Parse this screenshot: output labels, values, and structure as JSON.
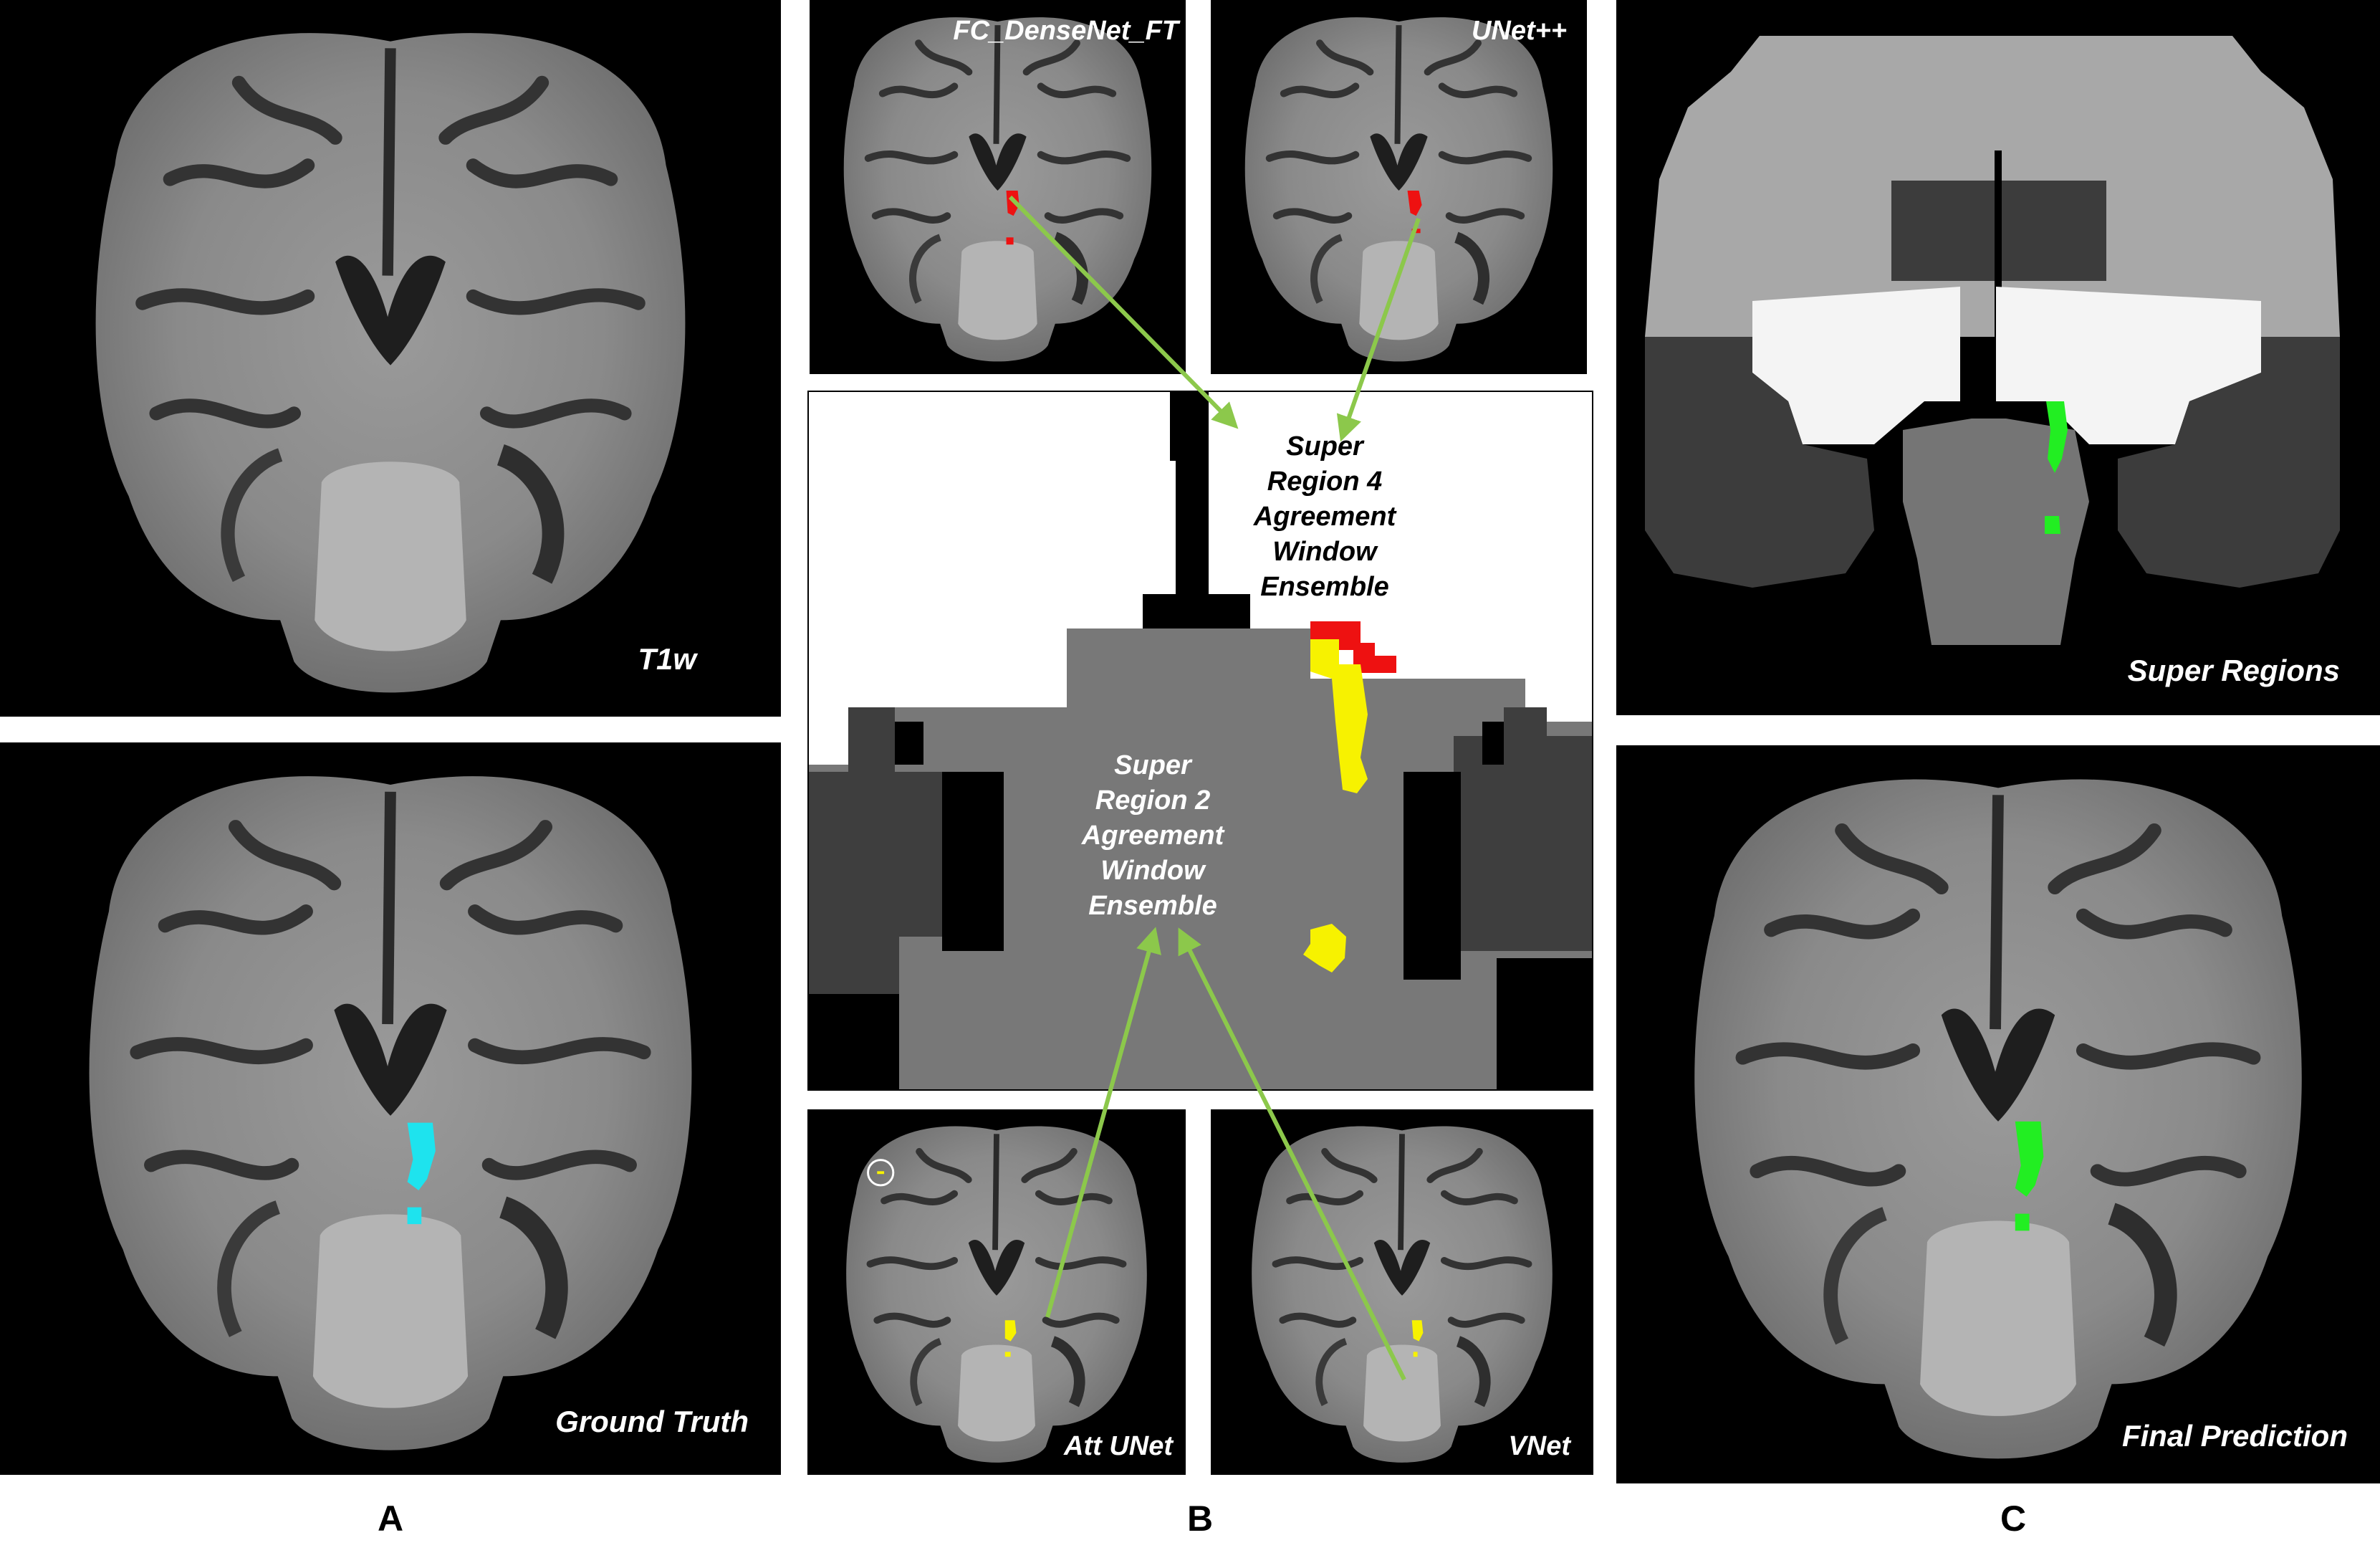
{
  "panels": {
    "t1w": {
      "label": "T1w"
    },
    "ground_truth": {
      "label": "Ground Truth"
    },
    "fc_densenet": {
      "label": "FC_DenseNet_FT"
    },
    "unetpp": {
      "label": "UNet++"
    },
    "att_unet": {
      "label": "Att UNet"
    },
    "vnet": {
      "label": "VNet"
    },
    "super_regions": {
      "label": "Super Regions"
    },
    "final_prediction": {
      "label": "Final Prediction"
    }
  },
  "ensemble": {
    "region4": [
      "Super",
      "Region 4",
      "Agreement",
      "Window",
      "Ensemble"
    ],
    "region2": [
      "Super",
      "Region 2",
      "Agreement",
      "Window",
      "Ensemble"
    ]
  },
  "columns": {
    "a": "A",
    "b": "B",
    "c": "C"
  },
  "colors": {
    "ground_truth_mask": "#1ee3ee",
    "model_red": "#ee1111",
    "model_yellow": "#f7f200",
    "prediction_green": "#22ee22",
    "arrow": "#8cc84b"
  }
}
